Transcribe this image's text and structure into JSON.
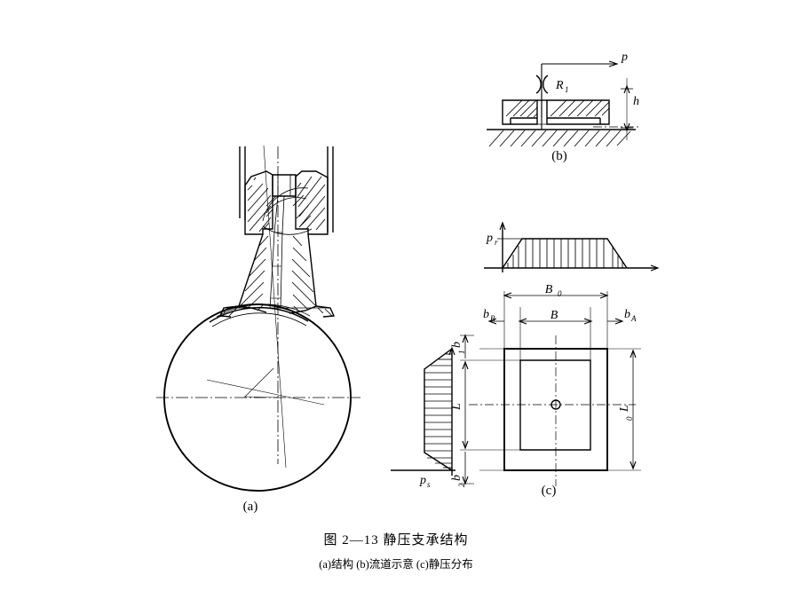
{
  "figure": {
    "number": "图 2—13",
    "title": "静压支承结构",
    "caption_line": "图 2—13   静压支承结构",
    "sub_caption": "(a)结构     (b)流道示意    (c)静压分布",
    "parts": [
      {
        "id": "a",
        "label": "(a)",
        "desc": "结构"
      },
      {
        "id": "b",
        "label": "(b)",
        "desc": "流道示意"
      },
      {
        "id": "c",
        "label": "(c)",
        "desc": "静压分布"
      }
    ]
  },
  "part_a": {
    "name": "结构",
    "label": "(a)",
    "description": "静压支承结构剖视图，含球面支承与剖面线"
  },
  "part_b": {
    "name": "流道示意",
    "label": "(b)",
    "labels": {
      "supply_pressure": "p",
      "restrictor": "R",
      "restrictor_sub": "1",
      "gap": "h"
    }
  },
  "part_c": {
    "name": "静压分布",
    "label": "(c)",
    "labels": {
      "pressure_top": "p",
      "pressure_top_sub": "r",
      "pressure_left": "p",
      "pressure_left_sub": "s",
      "width_outer": "B",
      "width_outer_sub": "0",
      "width_inner": "B",
      "land_left": "b",
      "land_left_sub": "B",
      "land_right": "b",
      "land_right_sub": "A",
      "length_inner": "L",
      "length_outer": "L",
      "length_outer_sub": "0",
      "land_top": "b",
      "land_top_sub": "1",
      "land_bottom": "b",
      "land_bottom_sub": "2"
    }
  },
  "colors": {
    "ink": "#000000",
    "paper": "#ffffff"
  }
}
